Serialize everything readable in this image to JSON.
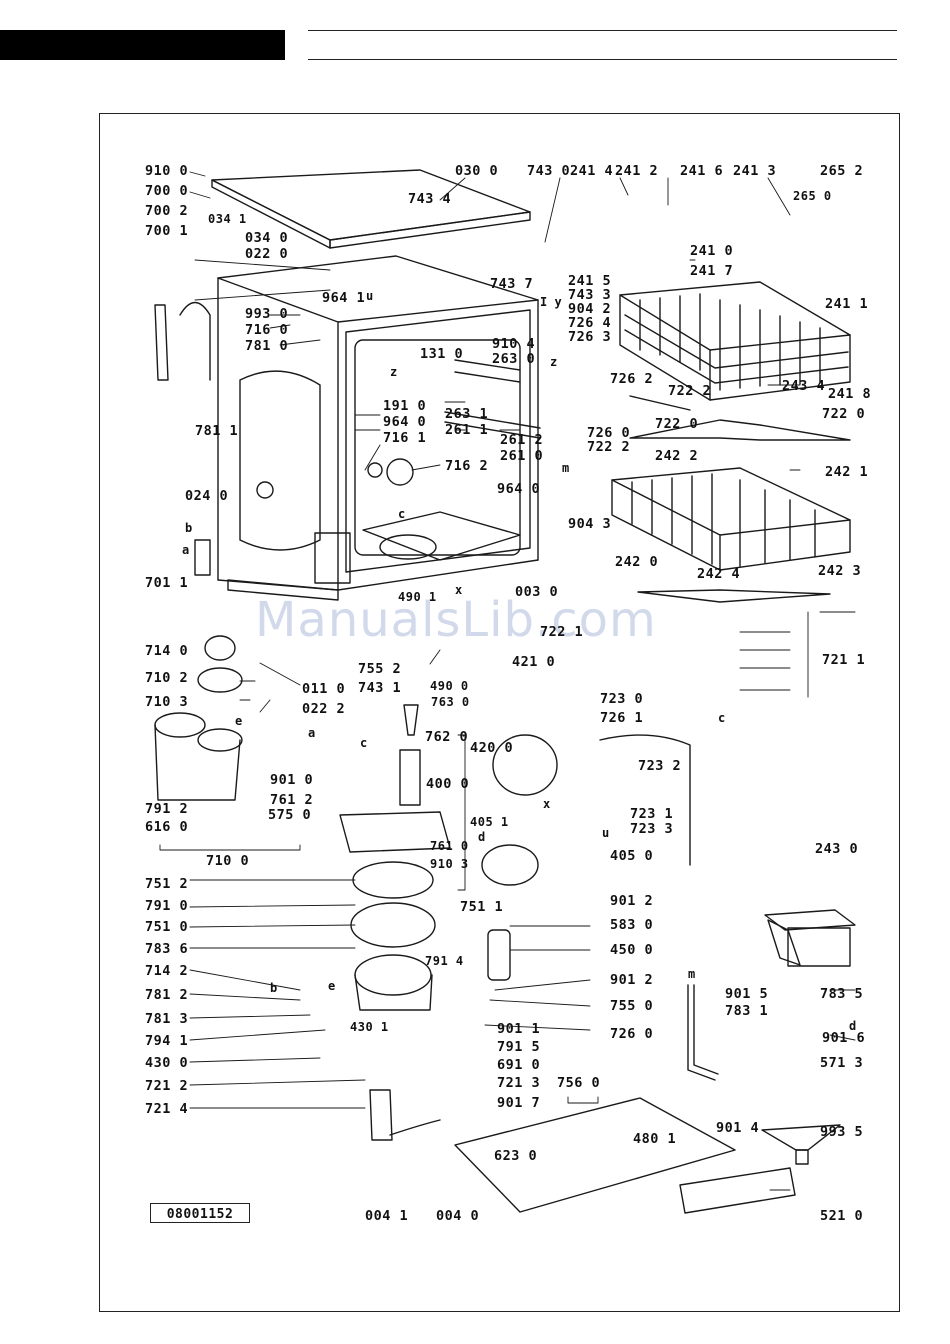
{
  "document": {
    "number": "08001152",
    "watermark": "ManualsLib.com"
  },
  "labels": {
    "p9100": "910 0",
    "p7000": "700 0",
    "p7002": "700 2",
    "p7001": "700 1",
    "p0341": "034 1",
    "p0340": "034 0",
    "p0220": "022 0",
    "p0300": "030 0",
    "p7434": "743 4",
    "p7430": "743 0",
    "p2414": "241 4",
    "p2412": "241 2",
    "p2416": "241 6",
    "p2413": "241 3",
    "p2652": "265 2",
    "p2650": "265 0",
    "p2410": "241 0",
    "p2417": "241 7",
    "p2411": "241 1",
    "p2415": "241 5",
    "p7437": "743 7",
    "p7433": "743 3",
    "p9042": "904 2",
    "p7264": "726 4",
    "p7263": "726 3",
    "p9641": "964 1",
    "p9930": "993 0",
    "p7160": "716 0",
    "p7810": "781 0",
    "p9104": "910 4",
    "p1310": "131 0",
    "p2630": "263 0",
    "p7262": "726 2",
    "p7222": "722 2",
    "p2434": "243 4",
    "p2418": "241 8",
    "p7220": "722 0",
    "p7811": "781 1",
    "p1910": "191 0",
    "p9640": "964 0",
    "p7161": "716 1",
    "p2631": "263 1",
    "p2611": "261 1",
    "p2612": "261 2",
    "p2610": "261 0",
    "p7260": "726 0",
    "p7222b": "722 2",
    "p7162": "716 2",
    "p9640b": "964 0",
    "p2422": "242 2",
    "p2421": "242 1",
    "p0240": "024 0",
    "p9043": "904 3",
    "p2420": "242 0",
    "p2424": "242 4",
    "p2423": "242 3",
    "p7011": "701 1",
    "p0030": "003 0",
    "p4901": "490 1",
    "p7221": "722 1",
    "p7211": "721 1",
    "p7140": "714 0",
    "p7102": "710 2",
    "p7552": "755 2",
    "p0110": "011 0",
    "p7431": "743 1",
    "p4900": "490 0",
    "p4210": "421 0",
    "p7103": "710 3",
    "p0222": "022 2",
    "p7630": "763 0",
    "p7230": "723 0",
    "p7261": "726 1",
    "p4200": "420 0",
    "p7620": "762 0",
    "p7232": "723 2",
    "p9010": "901 0",
    "p7612": "761 2",
    "p4000": "400 0",
    "p7231": "723 1",
    "p7233": "723 3",
    "p7912": "791 2",
    "p6160": "616 0",
    "p5750": "575 0",
    "p4051": "405 1",
    "p7610": "761 0",
    "p9103": "910 3",
    "p4050": "405 0",
    "p7100": "710 0",
    "p2430": "243 0",
    "p7512": "751 2",
    "p7511": "751 1",
    "p9012": "901 2",
    "p7910": "791 0",
    "p5830": "583 0",
    "p7510": "751 0",
    "p4500": "450 0",
    "p7836": "783 6",
    "p7914": "791 4",
    "p9012b": "901 2",
    "p7142": "714 2",
    "p7812": "781 2",
    "p7550": "755 0",
    "p7813": "781 3",
    "p9011": "901 1",
    "p7941": "794 1",
    "p4301": "430 1",
    "p7915": "791 5",
    "p4300": "430 0",
    "p6910": "691 0",
    "p7212": "721 2",
    "p7213": "721 3",
    "p7214": "721 4",
    "p9017": "901 7",
    "p7560": "756 0",
    "p9015": "901 5",
    "p7835": "783 5",
    "p7831": "783 1",
    "p7260b": "726 0",
    "p9016": "901 6",
    "p5713": "571 3",
    "p4801": "480 1",
    "p9014": "901 4",
    "p9935": "993 5",
    "p6230": "623 0",
    "p0041": "004 1",
    "p0040": "004 0",
    "p5210": "521 0"
  },
  "letters": {
    "u1": "u",
    "z1": "z",
    "iy": "I y",
    "z2": "z",
    "m1": "m",
    "c1": "c",
    "b1": "b",
    "a1": "a",
    "x1": "x",
    "c2": "c",
    "a2": "a",
    "e1": "e",
    "c3": "c",
    "x2": "x",
    "d1": "d",
    "u2": "u",
    "b2": "b",
    "e2": "e",
    "m2": "m",
    "d2": "d"
  }
}
